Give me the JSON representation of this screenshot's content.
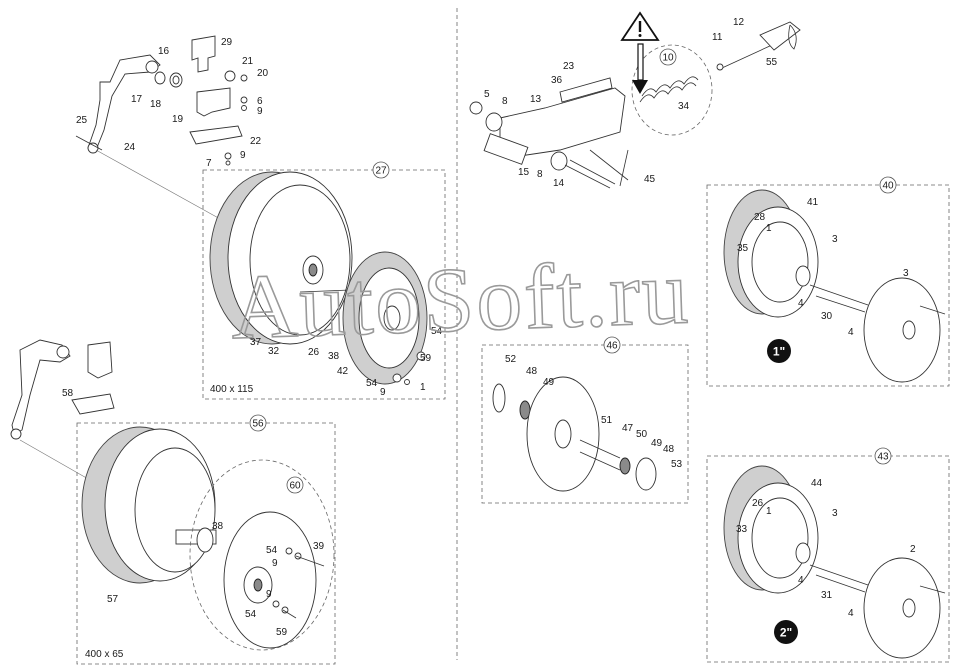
{
  "watermark": {
    "text": "AutoSoft.ru"
  },
  "groups": {
    "g27": {
      "callout": "27",
      "size": "400 x 115"
    },
    "g56": {
      "callout": "56",
      "size": "400 x 65"
    },
    "g60": {
      "callout": "60"
    },
    "g46": {
      "callout": "46"
    },
    "g40": {
      "callout": "40",
      "badge": "1\""
    },
    "g43": {
      "callout": "43",
      "badge": "2\""
    },
    "g10": {
      "callout": "10"
    }
  },
  "labels": {
    "n16": "16",
    "n29": "29",
    "n17": "17",
    "n18": "18",
    "n21": "21",
    "n20": "20",
    "n6": "6",
    "n9a": "9",
    "n19": "19",
    "n22": "22",
    "n9b": "9",
    "n7": "7",
    "n25": "25",
    "n24": "24",
    "n37": "37",
    "n32": "32",
    "n26": "26",
    "n38a": "38",
    "n42": "42",
    "n54a": "54",
    "n59a": "59",
    "n54b": "54",
    "n9c": "9",
    "n1": "1",
    "n58": "58",
    "n57": "57",
    "n38b": "38",
    "n54c": "54",
    "n39": "39",
    "n9d": "9",
    "n9e": "9",
    "n54d": "54",
    "n59b": "59",
    "n23": "23",
    "n36": "36",
    "n13": "13",
    "n5": "5",
    "n8a": "8",
    "n15": "15",
    "n8b": "8",
    "n14": "14",
    "n45": "45",
    "n34": "34",
    "n11": "11",
    "n12": "12",
    "n55": "55",
    "n52": "52",
    "n48a": "48",
    "n49a": "49",
    "n51": "51",
    "n47": "47",
    "n50": "50",
    "n49b": "49",
    "n48b": "48",
    "n53": "53",
    "n41": "41",
    "n28": "28",
    "n1b": "1",
    "n35": "35",
    "n3a": "3",
    "n3b": "3",
    "n4a": "4",
    "n30": "30",
    "n4b": "4",
    "n44": "44",
    "n26b": "26",
    "n1c": "1",
    "n33": "33",
    "n3c": "3",
    "n2": "2",
    "n4c": "4",
    "n31": "31",
    "n4d": "4"
  },
  "icons": {
    "warning": "warning-triangle-icon"
  }
}
